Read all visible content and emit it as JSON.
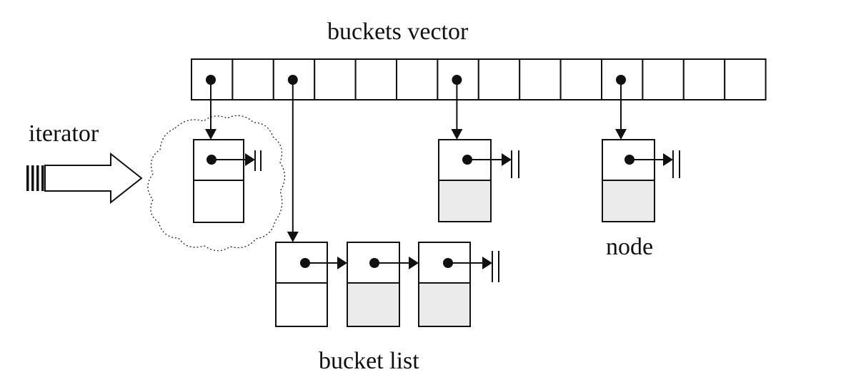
{
  "labels": {
    "buckets_vector": "buckets  vector",
    "iterator": "iterator",
    "node": "node",
    "bucket_list": "bucket list"
  },
  "buckets": {
    "count": 14,
    "occupied": [
      0,
      2,
      6,
      10
    ]
  },
  "bucket_list_length": 3
}
